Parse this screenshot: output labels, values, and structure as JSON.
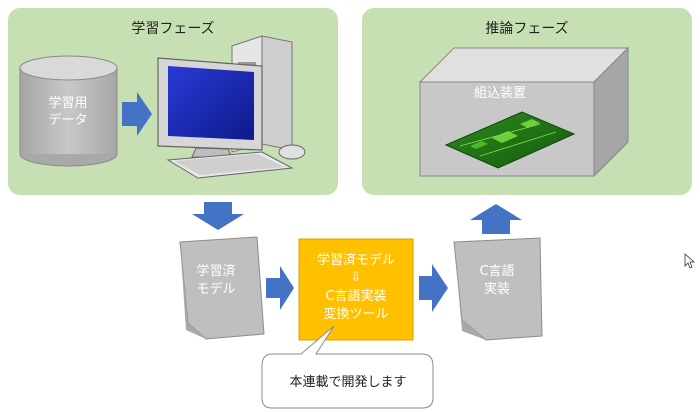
{
  "training_phase": {
    "title": "学習フェーズ",
    "data_cylinder": {
      "line1": "学習用",
      "line2": "データ"
    }
  },
  "inference_phase": {
    "title": "推論フェーズ",
    "device": {
      "label": "組込装置"
    }
  },
  "flow": {
    "trained_model": {
      "line1": "学習済",
      "line2": "モデル"
    },
    "converter": {
      "line1": "学習済モデル",
      "line2": "⇩",
      "line3": "C言語実装",
      "line4": "変換ツール"
    },
    "c_impl": {
      "line1": "C言語",
      "line2": "実装"
    },
    "callout": {
      "text": "本連載で開発します"
    }
  },
  "colors": {
    "panel_green": "#c6e0b4",
    "arrow_blue": "#4472c4",
    "doc_gray": "#bfbfbf",
    "converter_orange": "#ffc000"
  }
}
